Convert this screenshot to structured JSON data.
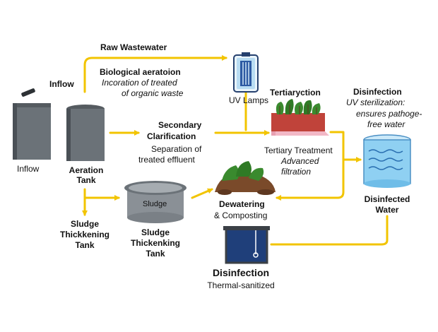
{
  "labels": {
    "raw_wastewater": "Raw Wastewater",
    "inflow_top": "Inflow",
    "bio_title": "Biological aeratoion",
    "bio_desc1": "Incoration of treated",
    "bio_desc2": "of organic waste",
    "uv_lamps": "UV Lamps",
    "tertiary_title": "Tertiaryction",
    "disinfection_top": "Disinfection",
    "disinfection_desc1": "UV sterilization:",
    "disinfection_desc2": "ensures pathoge-",
    "disinfection_desc3": "free water",
    "inflow_tank": "Inflow",
    "aeration_tank1": "Aeration",
    "aeration_tank2": "Tank",
    "secondary_title1": "Secondary",
    "secondary_title2": "Clarification",
    "secondary_desc1": "Separation of",
    "secondary_desc2": "treated effluent",
    "tertiary_treatment": "Tertiary Treatment",
    "tertiary_desc1": "Advanced",
    "tertiary_desc2": "filtration",
    "disinfected_water1": "Disinfected",
    "disinfected_water2": "Water",
    "sludge_tank_label": "Sludge",
    "dewatering1": "Dewatering",
    "dewatering2": "& Composting",
    "thickening_left1": "Sludge",
    "thickening_left2": "Thickkening",
    "thickening_left3": "Tank",
    "thickening_mid1": "Sludge",
    "thickening_mid2": "Thickenking",
    "thickening_mid3": "Tank",
    "disinfection_bottom": "Disinfection",
    "thermal": "Thermal-sanitized"
  },
  "colors": {
    "flow_arrow": "#f2c400",
    "tank_gray": "#6b7278",
    "tank_dark": "#4a5056",
    "water_blue": "#8fd0f2",
    "plant_green": "#3a8a2e",
    "soil_brown": "#7a4a2a",
    "bed_red": "#c0433a",
    "bed_pink": "#f2b8c6",
    "navy": "#1f3f7a"
  },
  "icons": [
    "inflow-tank-icon",
    "aeration-tank-icon",
    "uv-lamp-icon",
    "tertiary-bed-icon",
    "disinfection-tank-icon",
    "sludge-tank-icon",
    "compost-pile-icon",
    "thermal-tank-icon"
  ]
}
